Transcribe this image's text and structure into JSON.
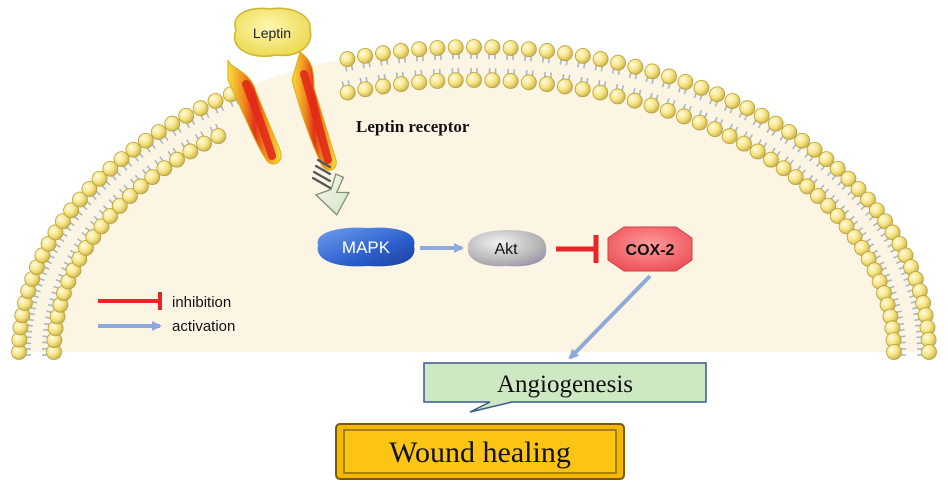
{
  "ligand": {
    "label": "Leptin"
  },
  "receptor": {
    "label": "Leptin receptor"
  },
  "nodes": {
    "mapk": {
      "label": "MAPK"
    },
    "akt": {
      "label": "Akt"
    },
    "cox2": {
      "label": "COX-2"
    }
  },
  "outcomes": {
    "angiogenesis": {
      "label": "Angiogenesis"
    },
    "wound_healing": {
      "label": "Wound healing"
    }
  },
  "legend": {
    "inhibition": {
      "label": "inhibition",
      "color": "#e8262a"
    },
    "activation": {
      "label": "activation",
      "color": "#8eaadb"
    }
  },
  "colors": {
    "cytoplasm": "#fdf5e3",
    "lipid_head": "#f5e27a",
    "lipid_tail": "#a9b7c6",
    "receptor_outer": "#f5d33a",
    "receptor_inner": "#e63a1f",
    "mapk": "#2c63d0",
    "akt": "#a8a8a8",
    "cox2": "#f25a5f",
    "angiogenesis_box": "#cfe8c4",
    "wound_box": "#f5b800"
  }
}
